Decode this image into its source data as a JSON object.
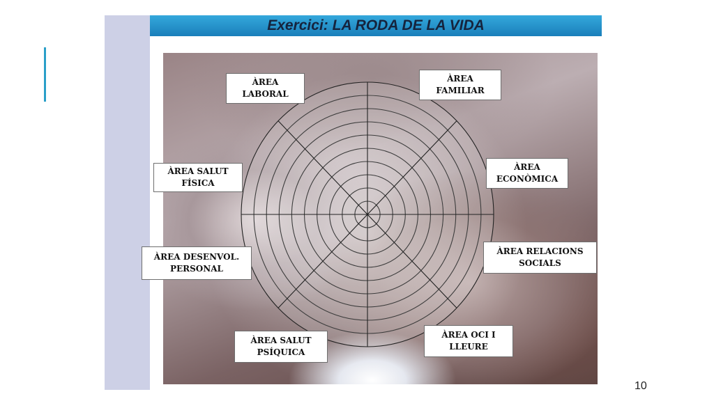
{
  "slide": {
    "title": "Exercici: LA RODA DE LA VIDA",
    "page_number": "10"
  },
  "colors": {
    "title_bar": "#1a7fba",
    "side_band": "#cdd0e6",
    "accent_line": "#2a9fc8",
    "title_text": "#15243e"
  },
  "wheel": {
    "rings": 10,
    "sectors": 8
  },
  "areas": {
    "laboral": "ÀREA\nLABORAL",
    "familiar": "ÀREA\nFAMILIAR",
    "salut_fisica": "ÀREA SALUT\nFÍSICA",
    "economica": "ÀREA\nECONÒMICA",
    "desenvol_personal": "ÀREA DESENVOL.\nPERSONAL",
    "relacions_socials": "ÀREA RELACIONS\nSOCIALS",
    "salut_psiquica": "ÀREA  SALUT\nPSÍQUICA",
    "oci_lleure": "ÀREA  OCI I\nLLEURE"
  }
}
